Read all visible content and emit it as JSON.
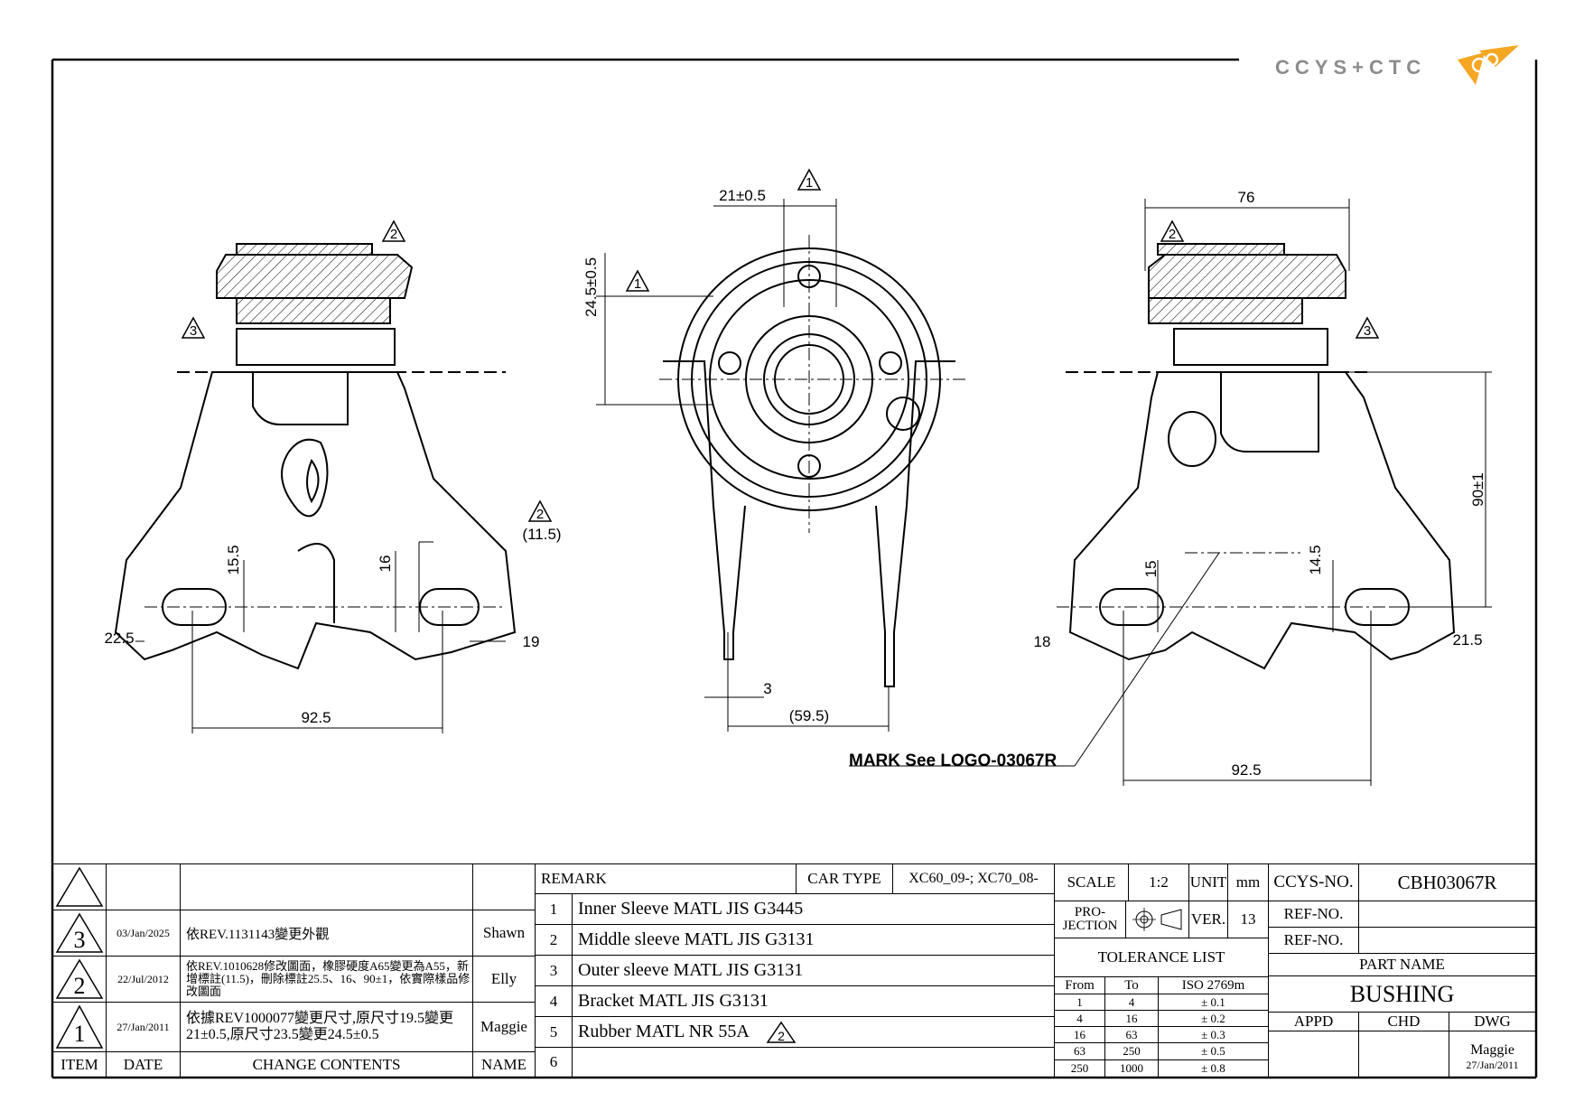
{
  "logo": {
    "text": "CCYS+CTC",
    "accent": "#f5a623",
    "gray": "#8c8c8c"
  },
  "drawing": {
    "revision_marks": [
      "1",
      "2",
      "3"
    ],
    "dimensions": {
      "d21": "21±0.5",
      "d24_5": "24.5±0.5",
      "d76": "76",
      "d90": "90±1",
      "d11_5": "(11.5)",
      "d15_5": "15.5",
      "d16": "16",
      "d22_5": "22.5",
      "d19": "19",
      "d92_5_left": "92.5",
      "d3": "3",
      "d59_5": "(59.5)",
      "d15": "15",
      "d14_5": "14.5",
      "d18": "18",
      "d21_5": "21.5",
      "d92_5_right": "92.5"
    },
    "mark_note": "MARK See LOGO-03067R"
  },
  "revisions": {
    "headers": {
      "item": "ITEM",
      "date": "DATE",
      "change": "CHANGE CONTENTS",
      "name": "NAME"
    },
    "rows": [
      {
        "item": "3",
        "date": "03/Jan/2025",
        "change": "依REV.1131143變更外觀",
        "name": "Shawn"
      },
      {
        "item": "2",
        "date": "22/Jul/2012",
        "change": "依REV.1010628修改圖面，橡膠硬度A65變更為A55，新增標註(11.5)，刪除標註25.5、16、90±1，依實際樣品修改圖面",
        "name": "Elly"
      },
      {
        "item": "1",
        "date": "27/Jan/2011",
        "change": "依據REV1000077變更尺寸,原尺寸19.5變更21±0.5,原尺寸23.5變更24.5±0.5",
        "name": "Maggie"
      }
    ]
  },
  "bom": {
    "remark_label": "REMARK",
    "car_type_label": "CAR TYPE",
    "car_type_value": "XC60_09-; XC70_08-",
    "rows": [
      {
        "no": "1",
        "text": "Inner Sleeve MATL JIS G3445"
      },
      {
        "no": "2",
        "text": "Middle sleeve MATL JIS G3131"
      },
      {
        "no": "3",
        "text": "Outer sleeve MATL JIS G3131"
      },
      {
        "no": "4",
        "text": "Bracket MATL JIS G3131"
      },
      {
        "no": "5",
        "text": "Rubber MATL NR 55A"
      },
      {
        "no": "6",
        "text": ""
      }
    ],
    "rubber_rev_mark": "2"
  },
  "info": {
    "scale_label": "SCALE",
    "scale_value": "1:2",
    "unit_label": "UNIT",
    "unit_value": "mm",
    "projection_label_1": "PRO-",
    "projection_label_2": "JECTION",
    "ver_label": "VER.",
    "ver_value": "13",
    "tolerance_title": "TOLERANCE LIST",
    "tol_headers": {
      "from": "From",
      "to": "To",
      "iso": "ISO 2769m"
    },
    "tolerances": [
      {
        "from": "1",
        "to": "4",
        "tol": "± 0.1"
      },
      {
        "from": "4",
        "to": "16",
        "tol": "± 0.2"
      },
      {
        "from": "16",
        "to": "63",
        "tol": "± 0.3"
      },
      {
        "from": "63",
        "to": "250",
        "tol": "± 0.5"
      },
      {
        "from": "250",
        "to": "1000",
        "tol": "± 0.8"
      }
    ],
    "ccys_label": "CCYS-NO.",
    "ccys_value": "CBH03067R",
    "ref_label_1": "REF-NO.",
    "ref_label_2": "REF-NO.",
    "part_name_label": "PART NAME",
    "part_name_value": "BUSHING",
    "appd": "APPD",
    "chd": "CHD",
    "dwg": "DWG",
    "dwg_name": "Maggie",
    "dwg_date": "27/Jan/2011"
  }
}
